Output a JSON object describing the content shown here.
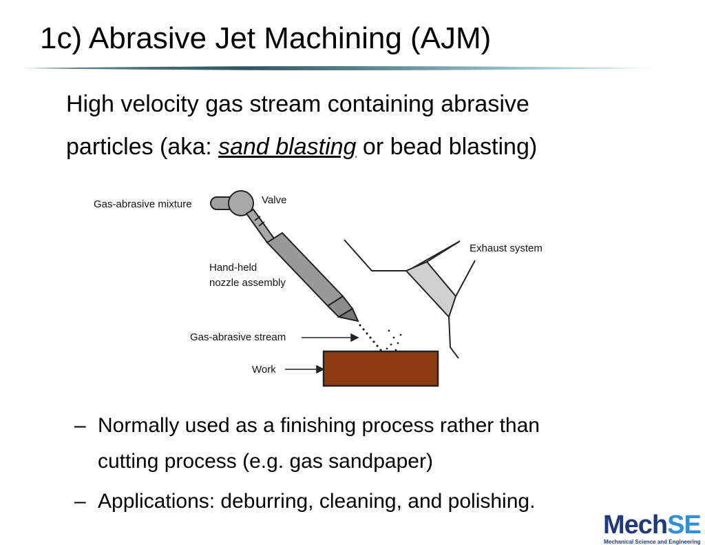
{
  "slide": {
    "title": "1c)  Abrasive Jet Machining (AJM)",
    "intro": {
      "line1": "High velocity gas stream containing abrasive",
      "line2_prefix": "particles (aka:  ",
      "line2_emphasis": "sand blasting",
      "line2_suffix": " or bead blasting)"
    },
    "figure_labels": {
      "mixture": "Gas-abrasive mixture",
      "valve": "Valve",
      "nozzle_line1": "Hand-held",
      "nozzle_line2": "nozzle assembly",
      "stream": "Gas-abrasive stream",
      "work": "Work",
      "exhaust": "Exhaust system"
    },
    "bullets": [
      {
        "dash": "–",
        "line1": "Normally used as a finishing process rather than",
        "line2": "cutting process (e.g. gas sandpaper)"
      },
      {
        "dash": "–",
        "line1": "Applications: deburring, cleaning, and polishing."
      }
    ],
    "logo": {
      "mark_main": "Mech",
      "mark_accent": "SE",
      "subtitle": "Mechanical Science and Engineering"
    }
  },
  "colors": {
    "work_piece": "#8a3b12",
    "nozzle_gray": "#9a9a9a",
    "exhaust_fill": "#cfcfcf",
    "rule_dark": "#2f5560",
    "rule_light": "#cde6ee"
  }
}
